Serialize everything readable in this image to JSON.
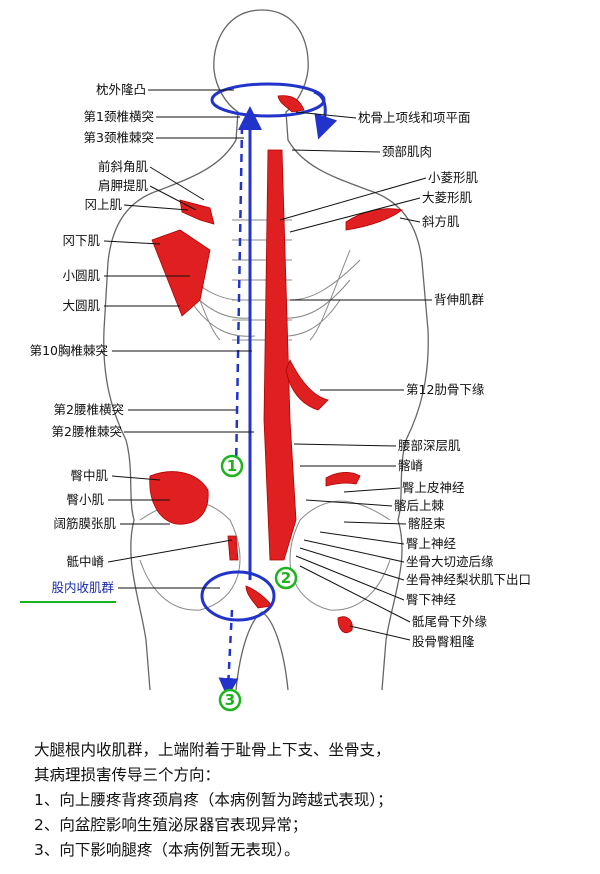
{
  "labels": {
    "occipital": "枕外隆凸",
    "c1": "第1颈椎横突",
    "c3": "第3颈椎棘突",
    "scalene": "前斜角肌",
    "levator": "肩胛提肌",
    "supraspinatus": "冈上肌",
    "infraspinatus": "冈下肌",
    "teres_minor": "小圆肌",
    "teres_major": "大圆肌",
    "t10": "第10胸椎棘突",
    "l2_tp": "第2腰椎横突",
    "l2_sp": "第2腰椎棘突",
    "gmed": "臀中肌",
    "gmin": "臀小肌",
    "tfl": "阔筋膜张肌",
    "sacral_crest": "骶中嵴",
    "adductors": "股内收肌群",
    "nuchal": "枕骨上项线和项平面",
    "neck": "颈部肌肉",
    "rhomboid_minor": "小菱形肌",
    "rhomboid_major": "大菱形肌",
    "trapezius": "斜方肌",
    "erector": "背伸肌群",
    "rib12": "第12肋骨下缘",
    "lumbar_deep": "腰部深层肌",
    "iliac_crest": "髂嵴",
    "superior_cluneal": "臀上皮神经",
    "psis": "髂后上棘",
    "iliotibial": "髂胫束",
    "superior_gluteal": "臀上神经",
    "sciatic_notch": "坐骨大切迹后缘",
    "piriformis": "坐骨神经梨状肌下出口",
    "inferior_gluteal": "臀下神经",
    "coccyx": "骶尾骨下外缘",
    "ischial": "股骨臀粗隆"
  },
  "markers": [
    "1",
    "2",
    "3"
  ],
  "colors": {
    "muscle": "#e02020",
    "arrow": "#2233cc",
    "marker": "#1db31d"
  },
  "caption": {
    "line1": "大腿根内收肌群，上端附着于耻骨上下支、坐骨支，",
    "line2": "其病理损害传导三个方向：",
    "line3": "1、向上腰疼背疼颈肩疼（本病例暂为跨越式表现）；",
    "line4": "2、向盆腔影响生殖泌尿器官表现异常；",
    "line5": "3、向下影响腿疼（本病例暂无表现）。"
  }
}
